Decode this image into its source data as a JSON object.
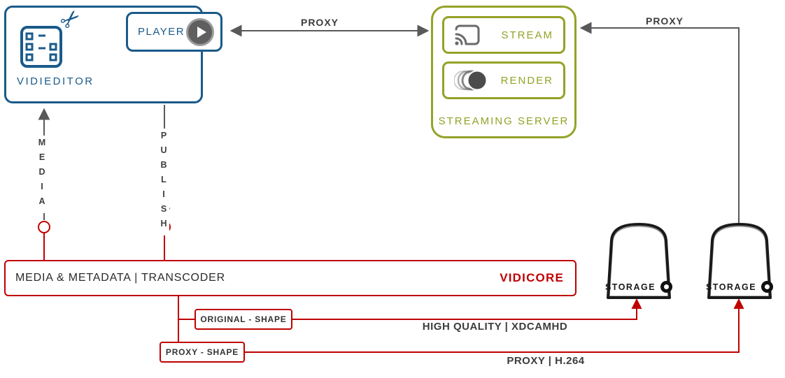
{
  "colors": {
    "editor_blue": "#1a5a8a",
    "server_olive": "#94a226",
    "vidicore_red": "#c00000",
    "arrow_gray": "#595959",
    "label_dark": "#3d3d3d"
  },
  "vidieditor": {
    "title": "VIDIEDITOR",
    "player": "PLAYER"
  },
  "streaming_server": {
    "title": "STREAMING SERVER",
    "stream": "STREAM",
    "render": "RENDER"
  },
  "labels": {
    "proxy_top": "PROXY",
    "proxy_right": "PROXY",
    "media": "MEDIA",
    "publish": "PUBLISH",
    "high_quality": "HIGH QUALITY | XDCAMHD",
    "proxy_codec": "PROXY | H.264"
  },
  "vidicore": {
    "transcoder": "MEDIA & METADATA | TRANSCODER",
    "brand": "VIDICORE"
  },
  "shape_boxes": {
    "original": "ORIGINAL - SHAPE",
    "proxy": "PROXY - SHAPE"
  },
  "storage": {
    "left_label": "STORAGE",
    "right_label": "STORAGE"
  },
  "icons": {
    "film_scissors": "film-strip with scissors (video editing)",
    "play": "play button circle",
    "cast": "stream/cast icon",
    "render_circles": "overlapping render circles",
    "storage_drive": "hand-drawn storage drive",
    "donut": "drive spindle donut"
  }
}
